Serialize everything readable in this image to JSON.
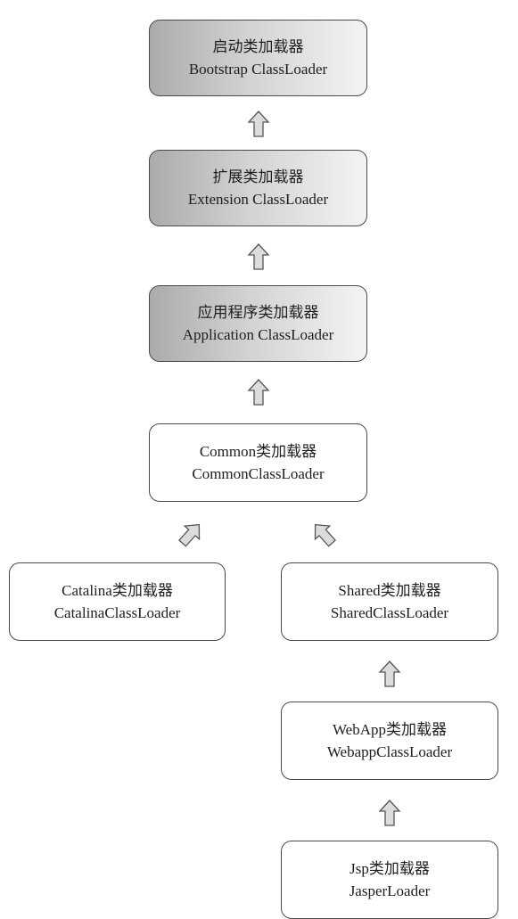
{
  "diagram": {
    "nodes": {
      "bootstrap": {
        "cn": "启动类加载器",
        "en": "Bootstrap ClassLoader"
      },
      "extension": {
        "cn": "扩展类加载器",
        "en": "Extension ClassLoader"
      },
      "application": {
        "cn": "应用程序类加载器",
        "en": "Application ClassLoader"
      },
      "common": {
        "cn": "Common类加载器",
        "en": "CommonClassLoader"
      },
      "catalina": {
        "cn": "Catalina类加载器",
        "en": "CatalinaClassLoader"
      },
      "shared": {
        "cn": "Shared类加载器",
        "en": "SharedClassLoader"
      },
      "webapp": {
        "cn": "WebApp类加载器",
        "en": "WebappClassLoader"
      },
      "jsp": {
        "cn": "Jsp类加载器",
        "en": "JasperLoader"
      }
    },
    "edges": [
      {
        "from": "extension",
        "to": "bootstrap"
      },
      {
        "from": "application",
        "to": "extension"
      },
      {
        "from": "common",
        "to": "application"
      },
      {
        "from": "catalina",
        "to": "common"
      },
      {
        "from": "shared",
        "to": "common"
      },
      {
        "from": "webapp",
        "to": "shared"
      },
      {
        "from": "jsp",
        "to": "webapp"
      }
    ],
    "colors": {
      "box_border": "#4a4a4a",
      "shaded_gradient_start": "#ababab",
      "shaded_gradient_end": "#f4f4f4",
      "arrow_fill": "#dcdcdc",
      "arrow_stroke": "#555555"
    }
  }
}
